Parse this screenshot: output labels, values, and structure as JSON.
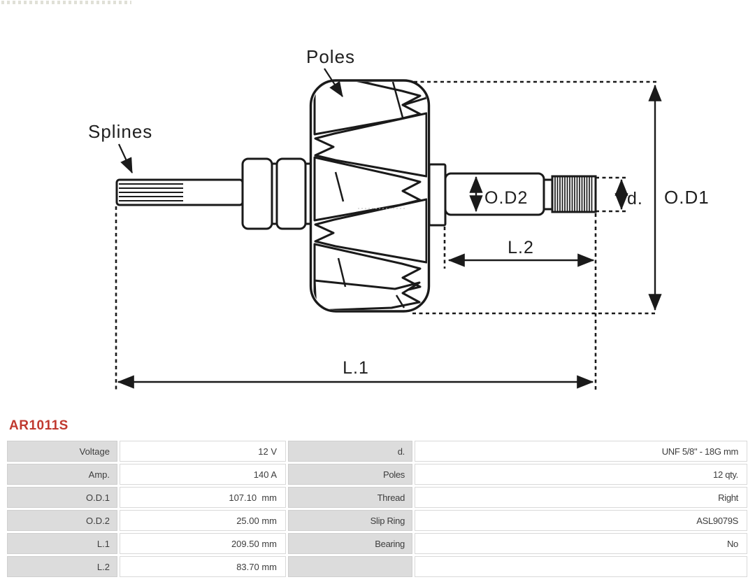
{
  "part_number": {
    "text": "AR1011S",
    "color": "#c0392f"
  },
  "diagram": {
    "line_color": "#1a1a1a",
    "labels": {
      "poles": "Poles",
      "splines": "Splines",
      "od2": "O.D2",
      "l2": "L.2",
      "d": "d.",
      "od1": "O.D1",
      "l1": "L.1"
    }
  },
  "specs": {
    "left": [
      {
        "label": "Voltage",
        "value": "12 V"
      },
      {
        "label": "Amp.",
        "value": "140 A"
      },
      {
        "label": "O.D.1",
        "value": "107.10  mm"
      },
      {
        "label": "O.D.2",
        "value": "25.00 mm"
      },
      {
        "label": "L.1",
        "value": "209.50 mm"
      },
      {
        "label": "L.2",
        "value": "83.70 mm"
      }
    ],
    "right": [
      {
        "label": "d.",
        "value": "UNF 5/8\" - 18G mm"
      },
      {
        "label": "Poles",
        "value": "12 qty."
      },
      {
        "label": "Thread",
        "value": "Right"
      },
      {
        "label": "Slip Ring",
        "value": "ASL9079S"
      },
      {
        "label": "Bearing",
        "value": "No"
      },
      {
        "label": "",
        "value": ""
      }
    ]
  }
}
